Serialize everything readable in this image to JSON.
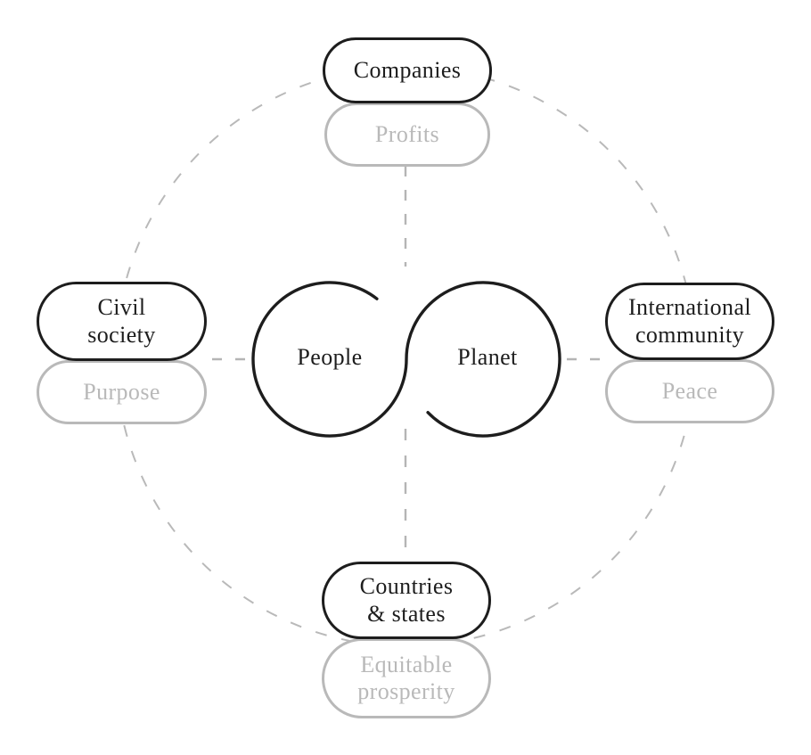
{
  "diagram": {
    "center": {
      "left_circle_label": "People",
      "right_circle_label": "Planet"
    },
    "nodes": {
      "top": {
        "actor": "Companies",
        "value": "Profits"
      },
      "left": {
        "actor": "Civil\nsociety",
        "value": "Purpose"
      },
      "right": {
        "actor": "International\ncommunity",
        "value": "Peace"
      },
      "bottom": {
        "actor": "Countries\n& states",
        "value": "Equitable\nprosperity"
      }
    },
    "colors": {
      "primary": "#1d1d1d",
      "secondary": "#b9b9b9",
      "dashed_orbit": "#b5b5b5",
      "background": "#ffffff"
    }
  }
}
